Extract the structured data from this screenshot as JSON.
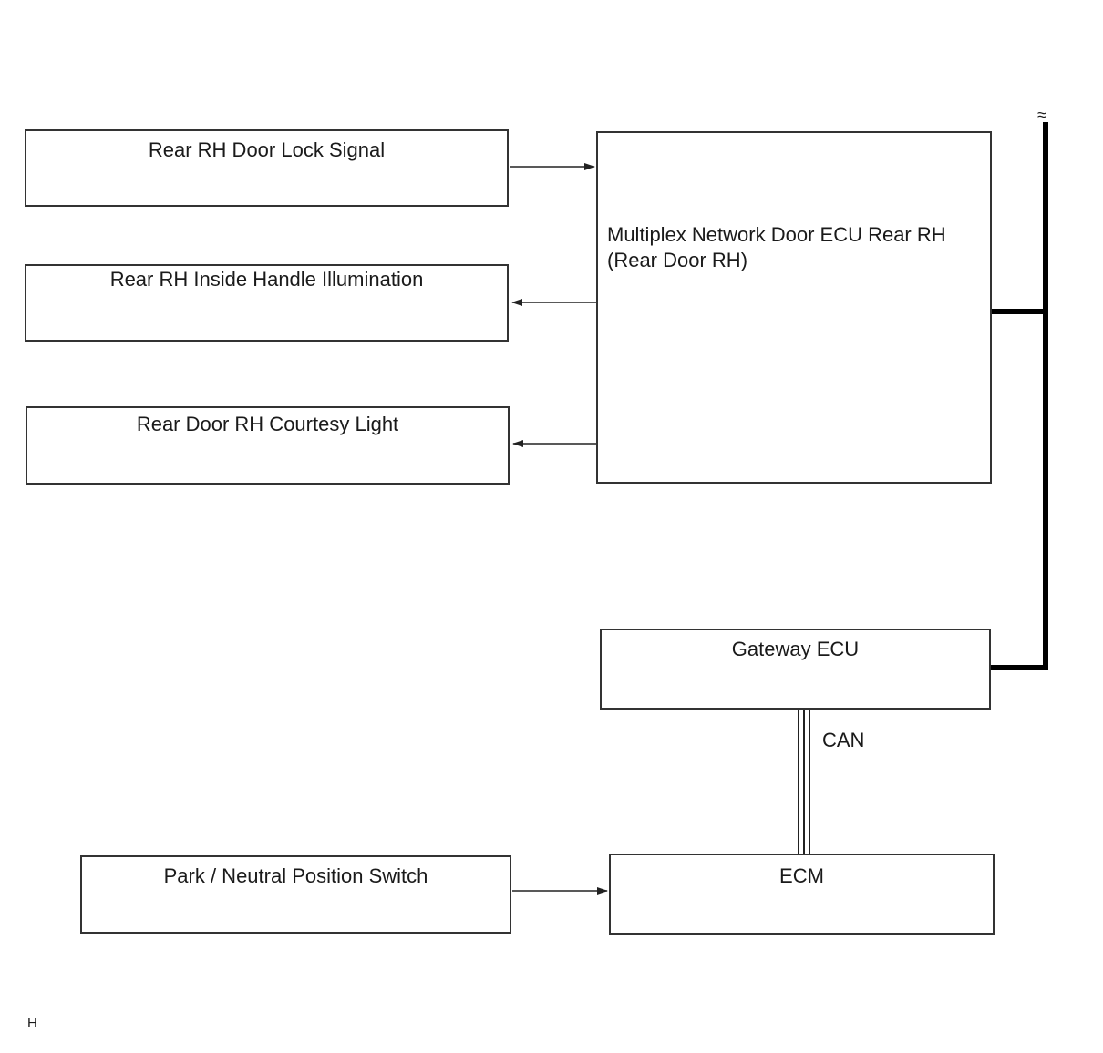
{
  "diagram": {
    "boxes": {
      "door_lock_signal": "Rear RH Door Lock Signal",
      "inside_handle_illumination": "Rear RH Inside Handle Illumination",
      "courtesy_light": "Rear Door RH Courtesy Light",
      "multiplex_ecu": {
        "line1": "Multiplex Network Door ECU Rear RH",
        "line2": "(Rear Door RH)"
      },
      "gateway_ecu": "Gateway ECU",
      "park_neutral_switch": "Park / Neutral Position Switch",
      "ecm": "ECM"
    },
    "bus_label": "CAN",
    "break_symbol": "≈",
    "corner_mark": "H"
  }
}
